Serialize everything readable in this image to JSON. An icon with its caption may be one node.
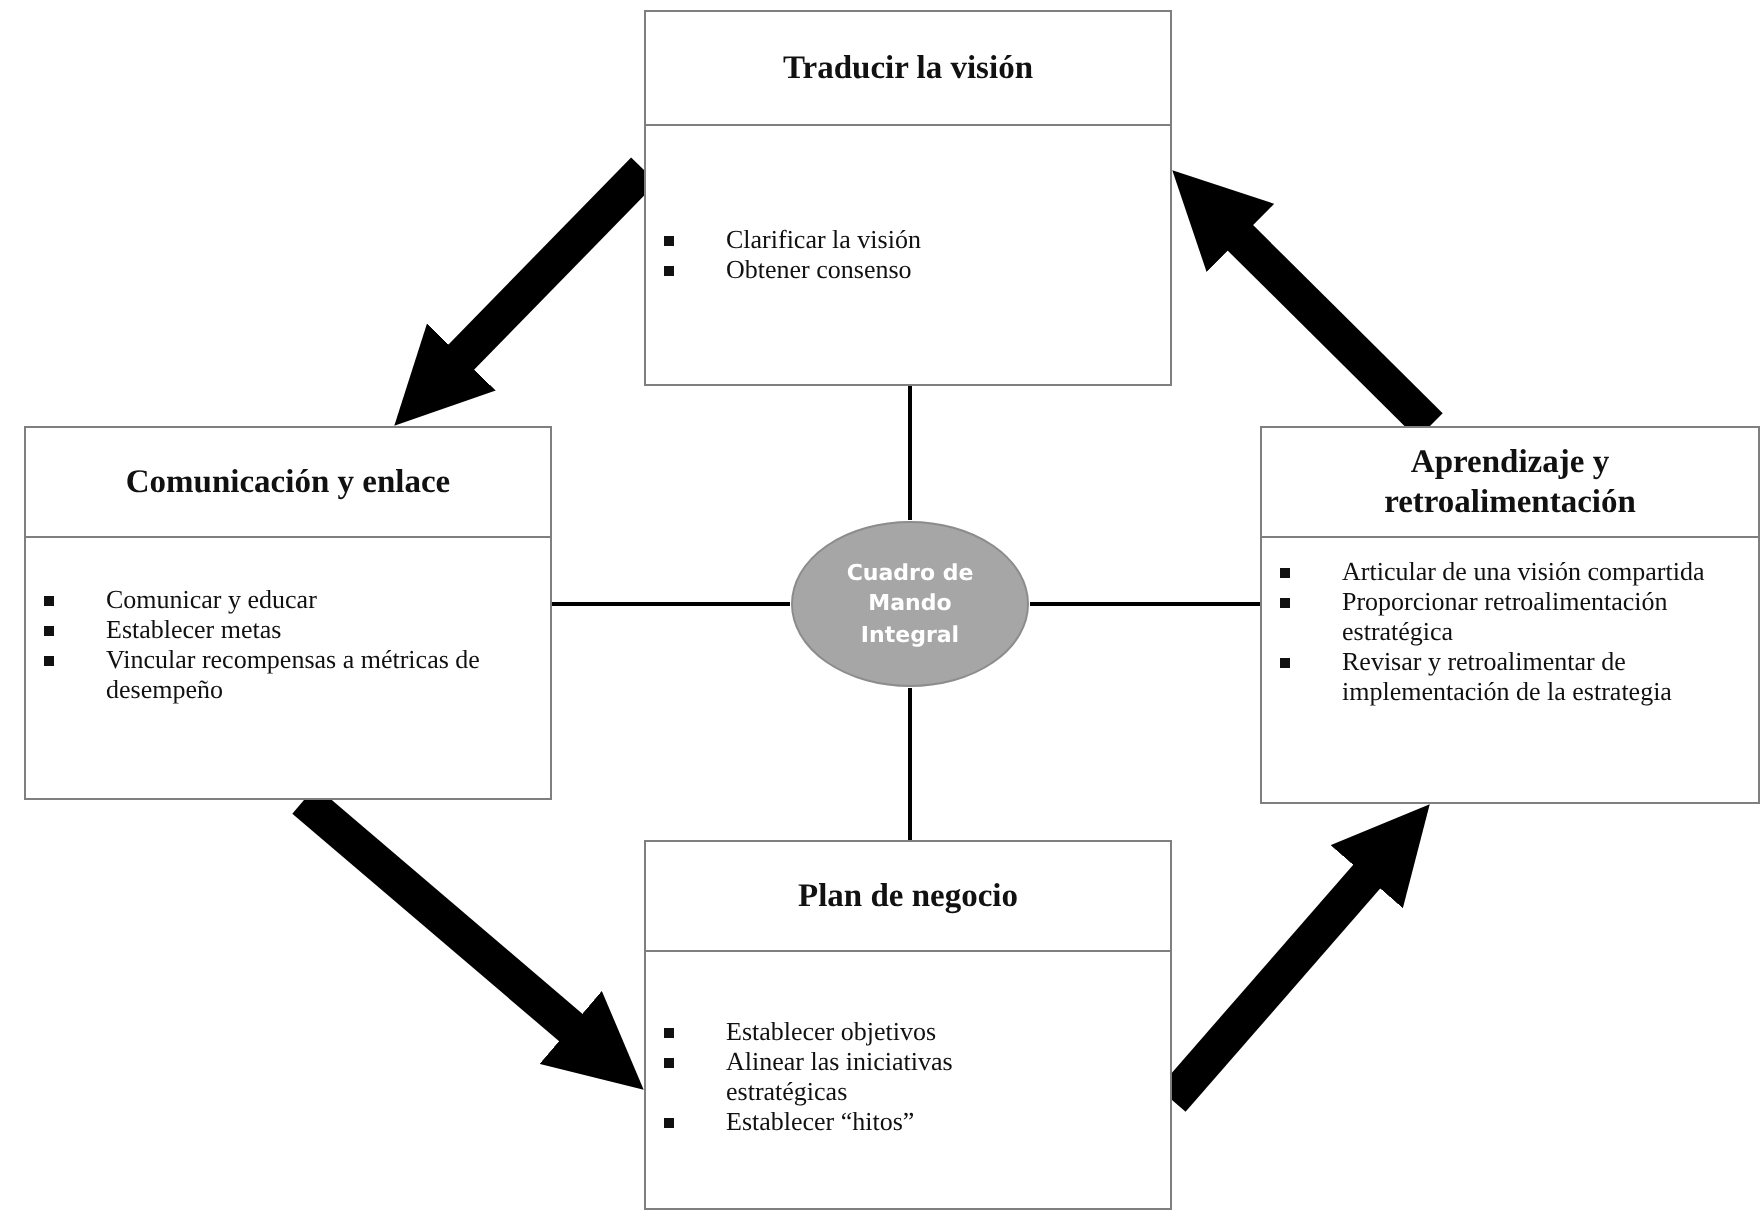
{
  "diagram": {
    "nodes": [
      {
        "text": [
          "Traducir la visión",
          "Clarificar la visión",
          "Obtener consenso"
        ]
      },
      {
        "text": [
          "Comunicación y enlace",
          "Comunicar y educar",
          "Establecer metas",
          "Vincular recompensas a métricas de desempeño"
        ]
      },
      {
        "text": [
          "Cuadro de Mando Integral"
        ]
      },
      {
        "text": [
          "Aprendizaje y retroalimentación",
          "Articular de una visión compartida",
          "Proporcionar retroalimentación estratégica",
          "Revisar y retroalimentar de implementación de la estrategia"
        ]
      },
      {
        "text": [
          "Plan de negocio",
          "Establecer objetivos",
          "Alinear las iniciativas estratégicas",
          "Establecer “hitos”"
        ]
      }
    ],
    "edges": [
      {
        "from": 2,
        "to": 0,
        "arrow": "none"
      },
      {
        "from": 2,
        "to": 1,
        "arrow": "none"
      },
      {
        "from": 2,
        "to": 3,
        "arrow": "none"
      },
      {
        "from": 2,
        "to": 4,
        "arrow": "none"
      },
      {
        "from": 0,
        "to": 1,
        "arrow": "to",
        "style": "thick"
      },
      {
        "from": 1,
        "to": 4,
        "arrow": "to",
        "style": "thick"
      },
      {
        "from": 4,
        "to": 3,
        "arrow": "to",
        "style": "thick"
      },
      {
        "from": 3,
        "to": 0,
        "arrow": "to",
        "style": "thick"
      }
    ]
  }
}
